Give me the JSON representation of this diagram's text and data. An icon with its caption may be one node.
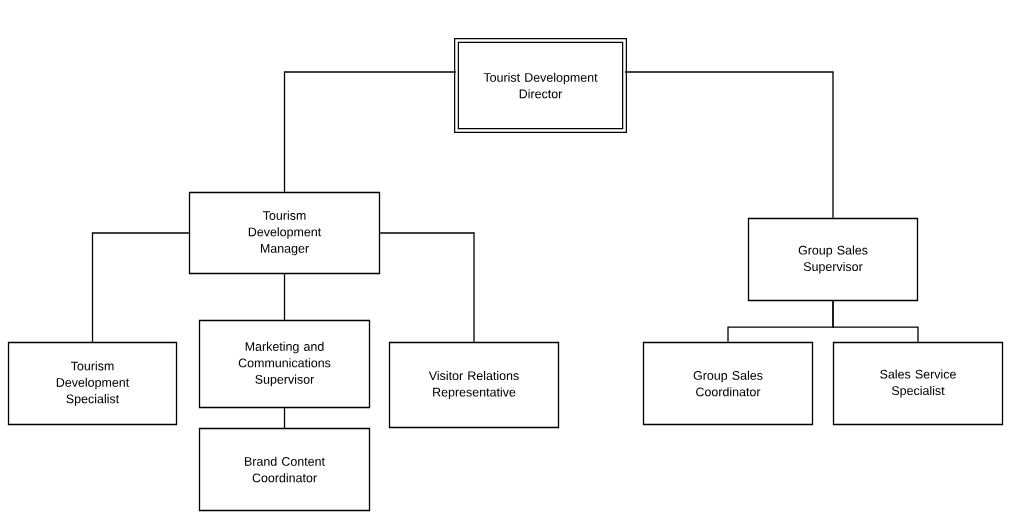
{
  "diagram": {
    "nodes": [
      {
        "text": [
          "Tourist Development Director"
        ]
      },
      {
        "text": [
          "Tourism Development Manager"
        ]
      },
      {
        "text": [
          "Tourism Development Specialist"
        ]
      },
      {
        "text": [
          "Marketing and Communications Supervisor"
        ]
      },
      {
        "text": [
          "Brand Content Coordinator"
        ]
      },
      {
        "text": [
          "Visitor Relations Representative"
        ]
      },
      {
        "text": [
          "Group Sales Supervisor"
        ]
      },
      {
        "text": [
          "Group Sales Coordinator"
        ]
      },
      {
        "text": [
          "Sales Service Specialist"
        ]
      }
    ],
    "edges": [
      {
        "from": 0,
        "to": 1,
        "arrow": "none"
      },
      {
        "from": 0,
        "to": 6,
        "arrow": "none"
      },
      {
        "from": 1,
        "to": 2,
        "arrow": "none"
      },
      {
        "from": 1,
        "to": 3,
        "arrow": "none"
      },
      {
        "from": 1,
        "to": 5,
        "arrow": "none"
      },
      {
        "from": 3,
        "to": 4,
        "arrow": "none"
      },
      {
        "from": 6,
        "to": 7,
        "arrow": "none"
      },
      {
        "from": 6,
        "to": 8,
        "arrow": "none"
      }
    ]
  }
}
